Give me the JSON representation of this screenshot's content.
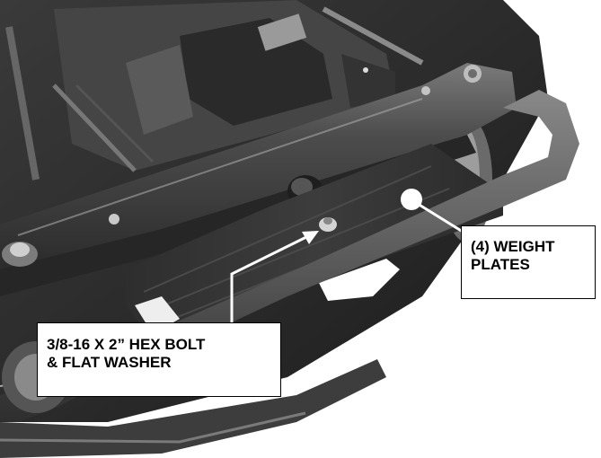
{
  "callouts": {
    "weight_plates": {
      "line1": "(4) WEIGHT",
      "line2": "PLATES"
    },
    "hex_bolt": {
      "line1": "3/8-16 X 2” HEX BOLT",
      "line2": "& FLAT WASHER"
    }
  },
  "colors": {
    "background": "#ffffff",
    "callout_text": "#000000",
    "arrow": "#ffffff"
  }
}
